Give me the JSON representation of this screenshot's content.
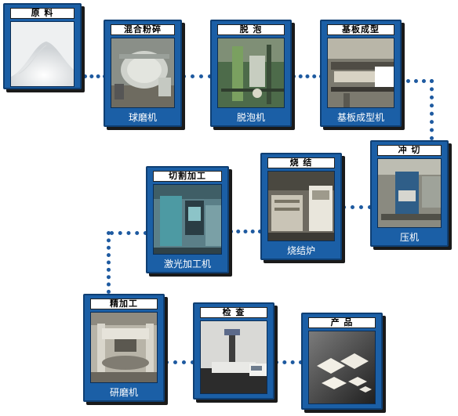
{
  "steps": [
    {
      "id": "raw",
      "title": "原 料",
      "caption": ""
    },
    {
      "id": "mixing",
      "title": "混合粉碎",
      "caption": "球磨机"
    },
    {
      "id": "degas",
      "title": "脱 泡",
      "caption": "脱泡机"
    },
    {
      "id": "forming",
      "title": "基板成型",
      "caption": "基板成型机"
    },
    {
      "id": "punch",
      "title": "冲 切",
      "caption": "压机"
    },
    {
      "id": "sinter",
      "title": "烧 结",
      "caption": "烧结炉"
    },
    {
      "id": "cutting",
      "title": "切割加工",
      "caption": "激光加工机"
    },
    {
      "id": "finishing",
      "title": "精加工",
      "caption": "研磨机"
    },
    {
      "id": "inspect",
      "title": "检 查",
      "caption": ""
    },
    {
      "id": "product",
      "title": "产 品",
      "caption": ""
    }
  ],
  "colors": {
    "card": "#1b5fa6",
    "connector": "#1e5aa0",
    "shadow": "#1a1a1a"
  }
}
